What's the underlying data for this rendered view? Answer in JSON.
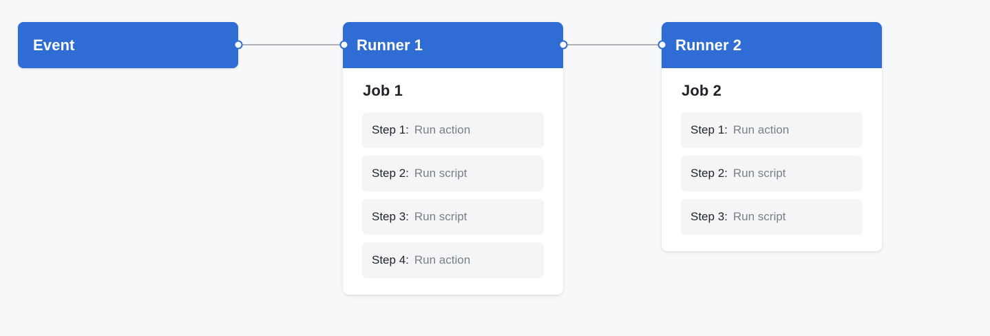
{
  "diagram": {
    "background_color": "#f7f8fa",
    "accent_color": "#2f6cd4",
    "edge_color": "#b1b1b7",
    "step_bg_color": "#f4f5f7",
    "step_value_color": "#7a7f87"
  },
  "event_node": {
    "title": "Event"
  },
  "runners": [
    {
      "id": "runner1",
      "title": "Runner 1",
      "job_title": "Job 1",
      "steps": [
        {
          "label": "Step 1:",
          "value": "Run action"
        },
        {
          "label": "Step 2:",
          "value": "Run script"
        },
        {
          "label": "Step 3:",
          "value": "Run script"
        },
        {
          "label": "Step 4:",
          "value": "Run action"
        }
      ]
    },
    {
      "id": "runner2",
      "title": "Runner 2",
      "job_title": "Job 2",
      "steps": [
        {
          "label": "Step 1:",
          "value": "Run action"
        },
        {
          "label": "Step 2:",
          "value": "Run script"
        },
        {
          "label": "Step 3:",
          "value": "Run script"
        }
      ]
    }
  ]
}
